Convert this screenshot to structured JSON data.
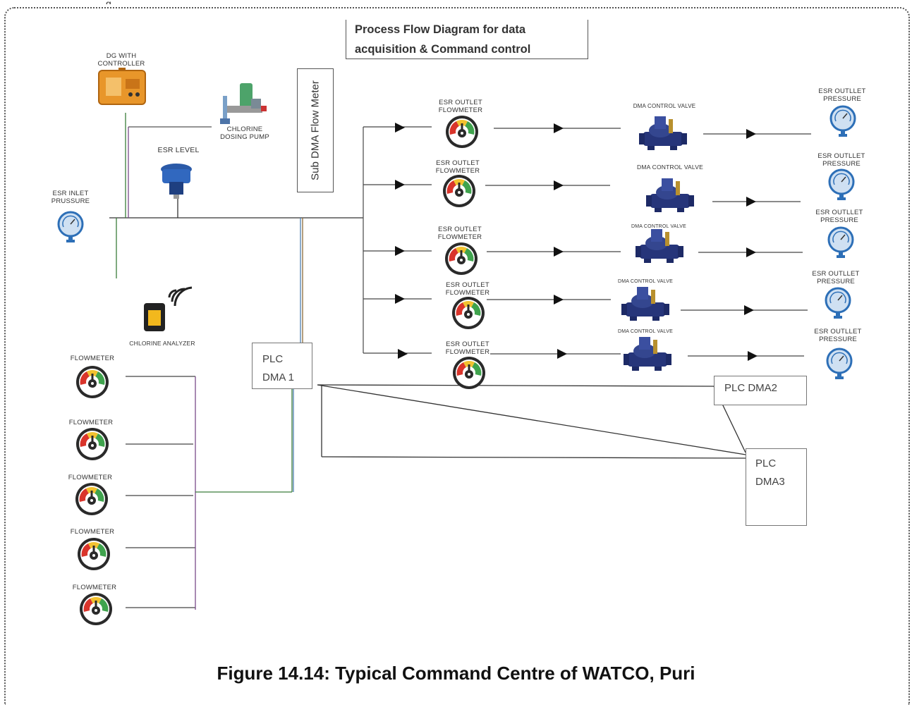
{
  "title_line1": "Process Flow Diagram for data",
  "title_line2": "acquisition & Command control",
  "sub_dma_label": "Sub DMA Flow Meter",
  "dg_label_1": "DG WITH",
  "dg_label_2": "CONTROLLER",
  "chlorine_pump_1": "CHLORINE",
  "chlorine_pump_2": "DOSING PUMP",
  "esr_level": "ESR LEVEL",
  "esr_inlet_1": "ESR INLET",
  "esr_inlet_2": "PRUSSURE",
  "chlorine_analyzer": "CHLORINE ANALYZER",
  "outlet_flowmeter_1": "ESR OUTLET",
  "outlet_flowmeter_2": "FLOWMETER",
  "control_valve": "DMA CONTROL VALVE",
  "outlet_pressure_1": "ESR OUTLLET",
  "outlet_pressure_2": "PRESSURE",
  "flowmeter": "FLOWMETER",
  "plc1_line1": "PLC",
  "plc1_line2": "DMA 1",
  "plc2": "PLC DMA2",
  "plc3_line1": "PLC",
  "plc3_line2": "DMA3",
  "caption": "Figure 14.14: Typical Command Centre of WATCO, Puri",
  "top_partial_text": "g"
}
